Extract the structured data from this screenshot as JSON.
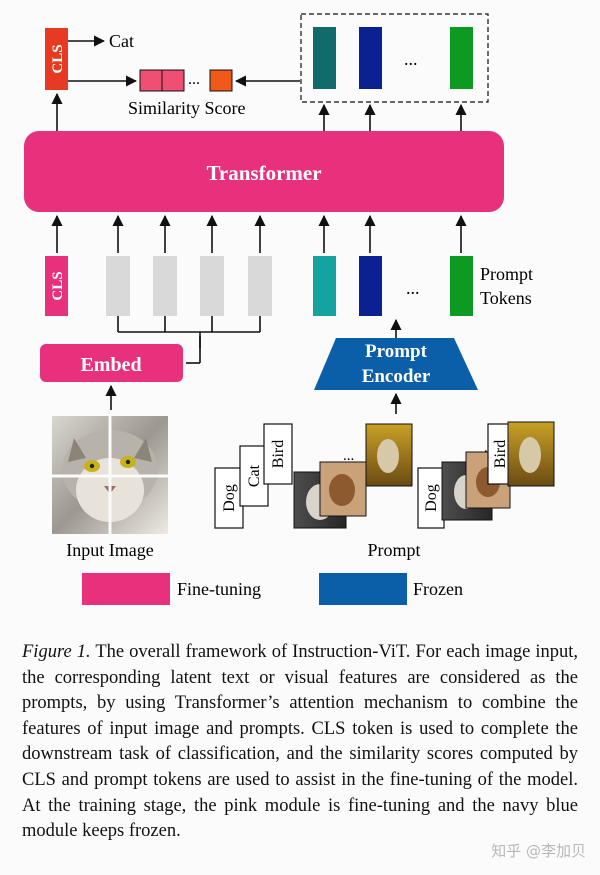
{
  "diagram": {
    "transformer_label": "Transformer",
    "cls_label": "CLS",
    "cat_label": "Cat",
    "similarity_label": "Similarity Score",
    "embed_label": "Embed",
    "prompt_encoder_line1": "Prompt",
    "prompt_encoder_line2": "Encoder",
    "prompt_tokens_line1": "Prompt",
    "prompt_tokens_line2": "Tokens",
    "ellipsis": "...",
    "input_image_label": "Input Image",
    "prompt_label": "Prompt",
    "prompt_cards": [
      "Dog",
      "Cat",
      "Bird"
    ],
    "legend": [
      {
        "label": "Fine-tuning",
        "color": "#e8317d"
      },
      {
        "label": "Frozen",
        "color": "#0b5fa8"
      }
    ],
    "colors": {
      "pink": "#e8317d",
      "cls_red": "#e63b22",
      "navy": "#0c2191",
      "teal_dark": "#116b6b",
      "teal": "#15a3a0",
      "green": "#0d9a22",
      "gray_token": "#d9d9d9",
      "encoder_blue": "#0b5fa8",
      "score_pink": "#ef4f72",
      "score_orange": "#f0591a"
    }
  },
  "caption": {
    "label": "Figure 1.",
    "text": "The overall framework of Instruction-ViT. For each image input, the corresponding latent text or visual features are considered as the prompts, by using Transformer’s attention mechanism to combine the features of input image and prompts. CLS token is used to complete the downstream task of classification, and the similarity scores computed by CLS and prompt tokens are used to assist in the fine-tuning of the model. At the training stage, the pink module is fine-tuning and the navy blue module keeps frozen."
  },
  "watermark": "知乎 @李加贝"
}
